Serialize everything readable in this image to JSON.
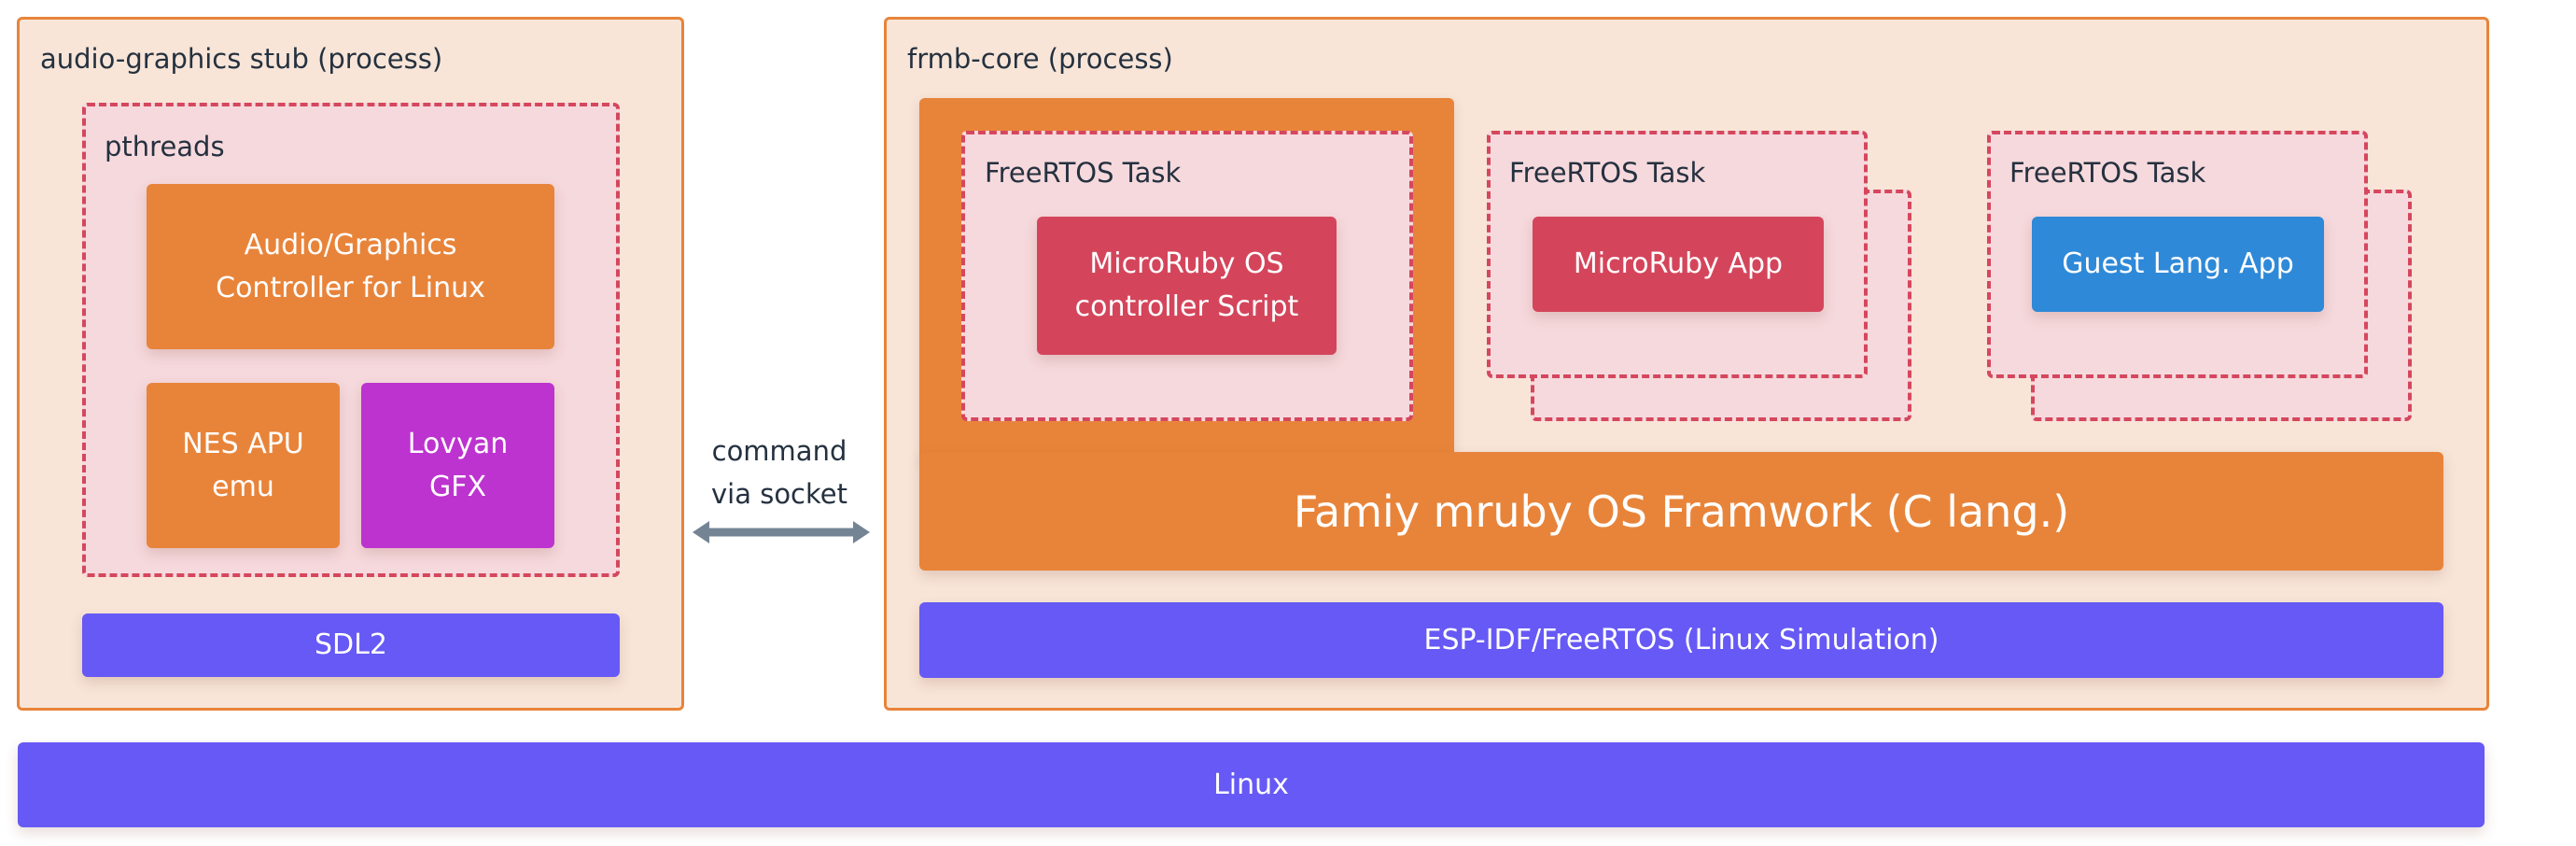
{
  "left_process": {
    "title": "audio-graphics stub (process)",
    "group": {
      "title": "pthreads",
      "components": [
        {
          "label": "Audio/Graphics\nController for Linux",
          "color": "#e8843a"
        },
        {
          "label": "NES APU\nemu",
          "color": "#e8843a"
        },
        {
          "label": "Lovyan\nGFX",
          "color": "#bd33cf"
        }
      ]
    },
    "base": {
      "label": "SDL2",
      "color": "#6659f5"
    }
  },
  "connector": {
    "label": "command\nvia socket",
    "direction": "bidirectional",
    "color": "#748494"
  },
  "right_process": {
    "title": "frmb-core (process)",
    "tasks": [
      {
        "title": "FreeRTOS Task",
        "app": "MicroRuby OS\ncontroller Script",
        "app_color": "#d4455b",
        "highlighted": true,
        "stacked": false
      },
      {
        "title": "FreeRTOS Task",
        "app": "MicroRuby App",
        "app_color": "#d4455b",
        "highlighted": false,
        "stacked": true
      },
      {
        "title": "FreeRTOS Task",
        "app": "Guest Lang. App",
        "app_color": "#2e89d8",
        "highlighted": false,
        "stacked": true
      }
    ],
    "framework": {
      "label": "Famiy mruby OS Framwork (C lang.)",
      "color": "#e8843a"
    },
    "runtime": {
      "label": "ESP-IDF/FreeRTOS (Linux Simulation)",
      "color": "#6659f5"
    }
  },
  "os": {
    "label": "Linux",
    "color": "#6659f5"
  },
  "colors": {
    "process_bg": "#f8e5d8",
    "process_border": "#e8843a",
    "dashed_group_bg": "#f6d9dd",
    "dashed_group_border": "#d5475d",
    "text_dark": "#25313f"
  }
}
